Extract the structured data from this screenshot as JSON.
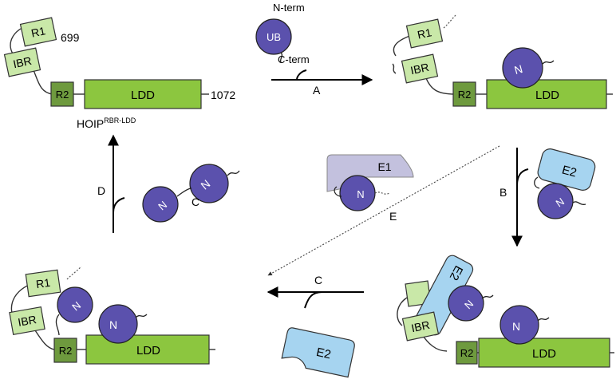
{
  "labels": {
    "r1": "R1",
    "ibr": "IBR",
    "r2": "R2",
    "ldd": "LDD",
    "n": "N",
    "c": "C",
    "ub": "UB",
    "e1": "E1",
    "e2": "E2",
    "n_term": "N-term",
    "c_term": "C-term",
    "residue_699": "699",
    "residue_1072": "1072",
    "hoip_main": "HOIP",
    "hoip_super": "RBR-LDD"
  },
  "steps": {
    "a": "A",
    "b": "B",
    "c": "C",
    "d": "D",
    "e": "E"
  },
  "colors": {
    "light_green": "#c9e8a8",
    "ldd_green": "#8cc63f",
    "r2_green": "#6e9a3e",
    "ub_purple": "#5b51ad",
    "e2_blue": "#a6d4f0",
    "e1_lavender": "#c3c1de"
  }
}
